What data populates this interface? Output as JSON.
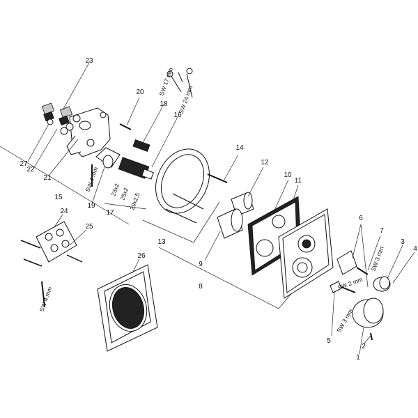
{
  "labels": {
    "p1": "1",
    "p2": "2",
    "p3": "3",
    "p4": "4",
    "p5": "5",
    "p6": "6",
    "p7": "7",
    "p8": "8",
    "p9": "9",
    "p10": "10",
    "p11": "11",
    "p12": "12",
    "p13": "13",
    "p14": "14",
    "p15": "15",
    "p16": "16",
    "p17": "17",
    "p18": "18",
    "p19": "19",
    "p20": "20",
    "p21": "21",
    "p22": "22",
    "p23": "23",
    "p24": "24",
    "p25": "25",
    "p26": "26",
    "p27": "27"
  },
  "sizes": {
    "sw17": "SW 17 mm",
    "sw24": "SW 24 mm",
    "sw4a": "SW 4 mm",
    "sw4b": "SW 4 mm",
    "sw3a": "SW 3 mm",
    "sw2": "SW 2 mm",
    "sw3b": "SW 3 mm",
    "o23": "23x2",
    "o25": "25x2",
    "o29": "29x2.5"
  }
}
